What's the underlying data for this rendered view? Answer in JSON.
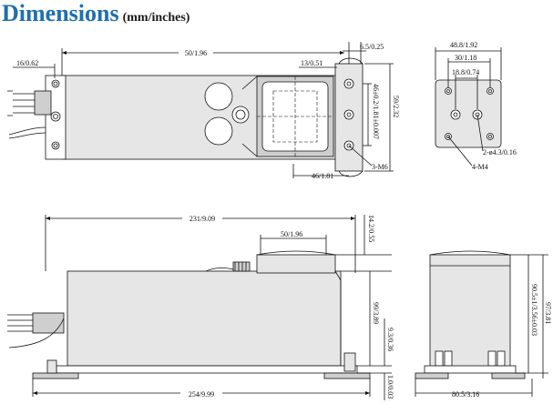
{
  "title": {
    "main": "Dimensions",
    "units": "(mm/inches)"
  },
  "top_view": {
    "length": "50/1.96",
    "left_offset": "16/0.62",
    "right_offset": "6.5/0.25",
    "lug_offset": "13/0.51",
    "hole_spacing": "46±0.2/1.81±0.007",
    "height": "59/2.32",
    "bottom_width": "46/1.81",
    "screw": "3-M6"
  },
  "end_view_top": {
    "width": "48.8/1.92",
    "hole_spacing": "30/1.18",
    "inner_spacing": "18.8/0.74",
    "holes": "2-ø4.3/0.16",
    "screws": "4-M4"
  },
  "side_view": {
    "overall_top": "231/9.09",
    "top_width": "50/1.96",
    "height_top": "14.2/0.55",
    "body_height": "99/3.89",
    "base_height": "9.3/0.36",
    "feet": "1.0/0.03",
    "overall_bottom": "254/9.99"
  },
  "end_view_side": {
    "width": "80.5/3.16",
    "height_a": "90.5±1/3.56±0.03",
    "height_b": "97/3.81"
  }
}
